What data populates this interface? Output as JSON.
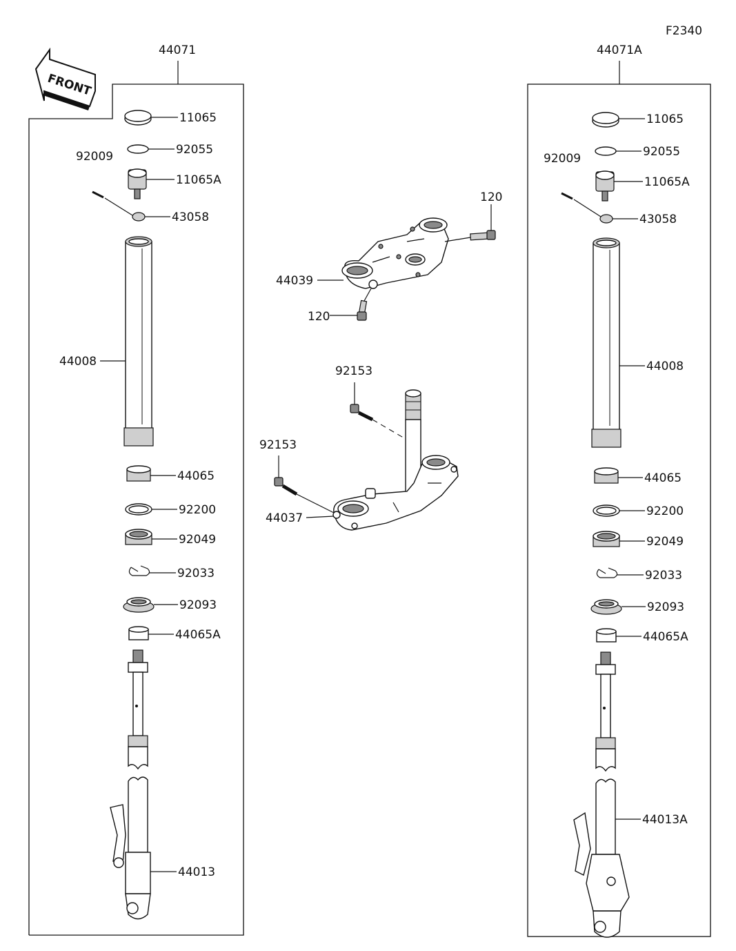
{
  "diagram_code": "F2340",
  "front_label": "FRONT",
  "left_assembly": {
    "id": "44071",
    "parts": {
      "cap": "11065",
      "oring": "92055",
      "bolt_small": "92009",
      "adjuster": "11065A",
      "collar": "43058",
      "outer_tube": "44008",
      "bush": "44065",
      "washer": "92200",
      "oil_seal": "92049",
      "clip": "92033",
      "dust_seal": "92093",
      "bush_a": "44065A",
      "inner_tube": "44013"
    }
  },
  "right_assembly": {
    "id": "44071A",
    "parts": {
      "cap": "11065",
      "oring": "92055",
      "bolt_small": "92009",
      "adjuster": "11065A",
      "collar": "43058",
      "outer_tube": "44008",
      "bush": "44065",
      "washer": "92200",
      "oil_seal": "92049",
      "clip": "92033",
      "dust_seal": "92093",
      "bush_a": "44065A",
      "inner_tube": "44013A"
    }
  },
  "center": {
    "upper_bracket": "44039",
    "bolt_upper_top": "120",
    "bolt_upper_bottom": "120",
    "stem_bolt_top": "92153",
    "stem_bolt_side": "92153",
    "lower_bracket": "44037"
  }
}
